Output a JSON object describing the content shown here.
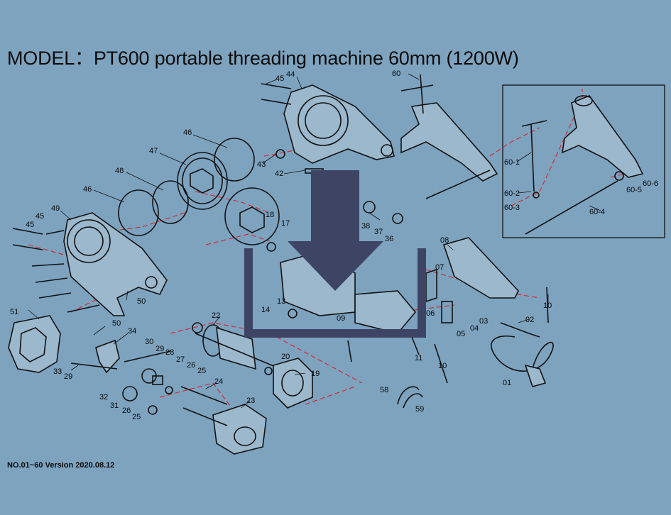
{
  "title": "MODEL：PT600  portable threading machine 60mm (1200W)",
  "footer": "NO.01~60  Version 2020.08.12",
  "overlay": {
    "icon": "download-icon"
  },
  "part_labels": [
    "45",
    "44",
    "60",
    "46",
    "47",
    "43",
    "42",
    "48",
    "46",
    "45",
    "49",
    "45",
    "60-1",
    "60-2",
    "60-3",
    "60-4",
    "60-5",
    "60-6",
    "38",
    "37",
    "17",
    "18",
    "36",
    "08",
    "07",
    "10",
    "03",
    "02",
    "04",
    "05",
    "06",
    "13",
    "14",
    "09",
    "51",
    "50",
    "50",
    "34",
    "22",
    "30",
    "29",
    "28",
    "27",
    "26",
    "25",
    "33",
    "29",
    "11",
    "10",
    "20",
    "19",
    "24",
    "23",
    "32",
    "31",
    "26",
    "25",
    "01",
    "58",
    "59"
  ]
}
